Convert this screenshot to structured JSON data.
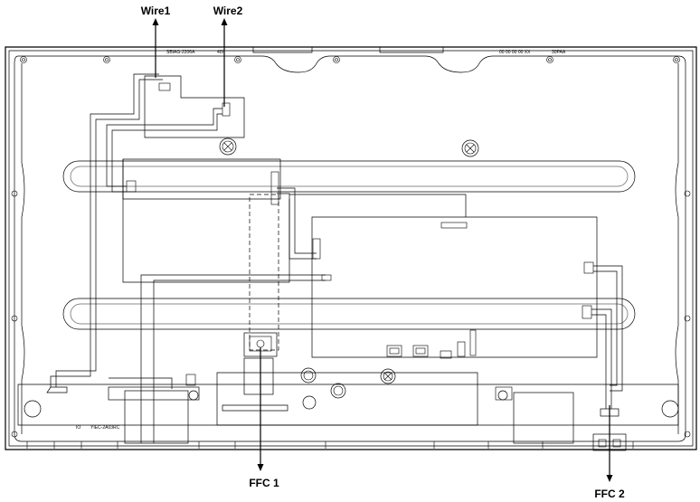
{
  "labels": {
    "wire1": "Wire1",
    "wire2": "Wire2",
    "ffc1": "FFC 1",
    "ffc2": "FFC 2"
  },
  "fine_print": {
    "top_left": "SBIAG-2206A",
    "top_mid": "40I",
    "top_right_codes": "00 00 00 00 XX",
    "top_right_model": "30PAA",
    "bottom_left_a": "IO",
    "bottom_left_b": "YIEC-2A03RC"
  },
  "colors": {
    "line": "#000000",
    "background": "#ffffff"
  }
}
